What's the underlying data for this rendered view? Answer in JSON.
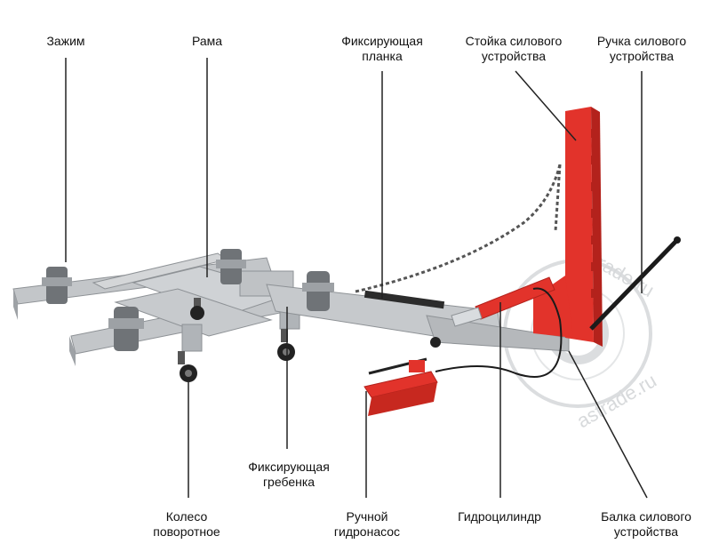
{
  "labels": {
    "clamp": "Зажим",
    "frame": "Рама",
    "fixing_bar_l1": "Фиксирующая",
    "fixing_bar_l2": "планка",
    "tower_l1": "Стойка силового",
    "tower_l2": "устройства",
    "tower_handle_l1": "Ручка силового",
    "tower_handle_l2": "устройства",
    "fixing_comb_l1": "Фиксирующая",
    "fixing_comb_l2": "гребенка",
    "wheel_l1": "Колесо",
    "wheel_l2": "поворотное",
    "hand_pump_l1": "Ручной",
    "hand_pump_l2": "гидронасос",
    "hydraulic_cylinder": "Гидроцилиндр",
    "tower_beam_l1": "Балка силового",
    "tower_beam_l2": "устройства"
  },
  "watermark": "astrade.ru",
  "colors": {
    "frame_gray": "#b9bcbf",
    "frame_dark": "#8e9296",
    "tower_red": "#e2332b",
    "tower_red_dark": "#b3221c",
    "leader_line": "#222222"
  }
}
